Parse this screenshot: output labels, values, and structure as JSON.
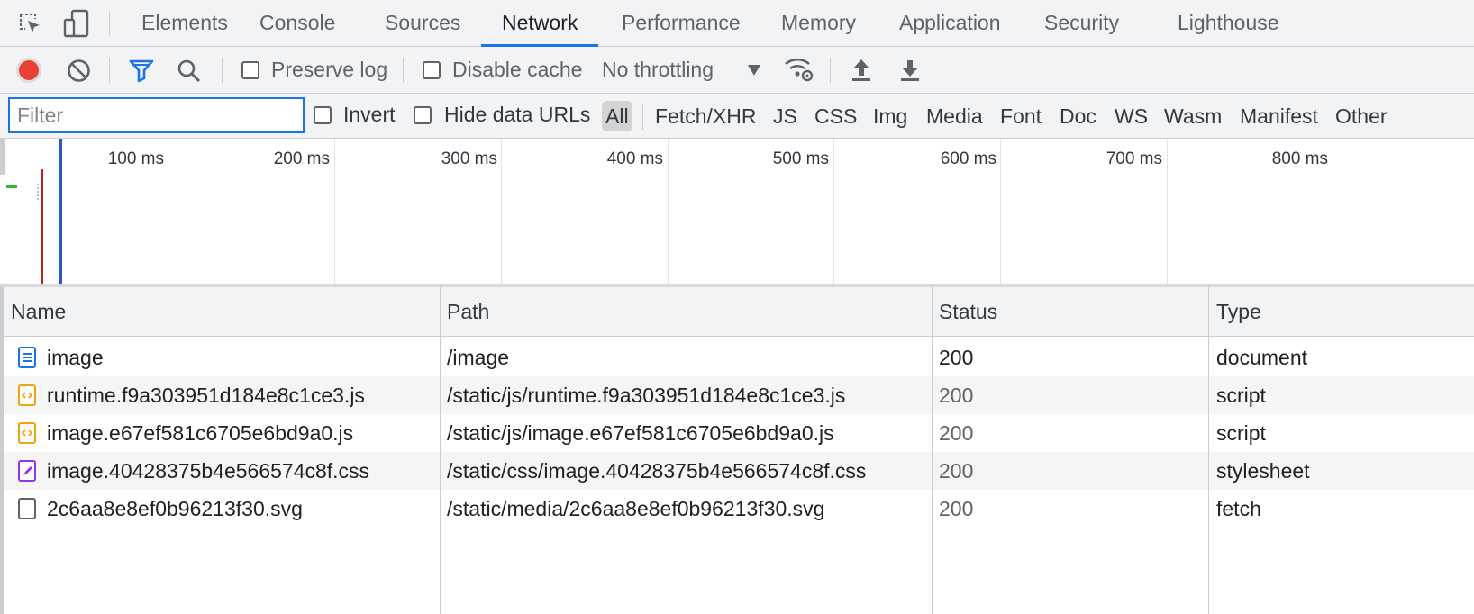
{
  "tabs": [
    {
      "label": "Elements",
      "active": false
    },
    {
      "label": "Console",
      "active": false
    },
    {
      "label": "Sources",
      "active": false
    },
    {
      "label": "Network",
      "active": true
    },
    {
      "label": "Performance",
      "active": false
    },
    {
      "label": "Memory",
      "active": false
    },
    {
      "label": "Application",
      "active": false
    },
    {
      "label": "Security",
      "active": false
    },
    {
      "label": "Lighthouse",
      "active": false
    }
  ],
  "toolbar": {
    "preserve_log": "Preserve log",
    "disable_cache": "Disable cache",
    "throttling": "No throttling",
    "record_color": "#e94235",
    "filter_icon_color": "#1a73e8"
  },
  "filterbar": {
    "placeholder": "Filter",
    "invert": "Invert",
    "hide_data_urls": "Hide data URLs",
    "types": [
      "All",
      "Fetch/XHR",
      "JS",
      "CSS",
      "Img",
      "Media",
      "Font",
      "Doc",
      "WS",
      "Wasm",
      "Manifest",
      "Other"
    ],
    "active_type": "All"
  },
  "overview": {
    "ticks": [
      "100 ms",
      "200 ms",
      "300 ms",
      "400 ms",
      "500 ms",
      "600 ms",
      "700 ms",
      "800 ms"
    ]
  },
  "table": {
    "columns": [
      "Name",
      "Path",
      "Status",
      "Type"
    ],
    "rows": [
      {
        "name": "image",
        "path": "/image",
        "status": "200",
        "type": "document",
        "icon": "document-icon"
      },
      {
        "name": "runtime.f9a303951d184e8c1ce3.js",
        "path": "/static/js/runtime.f9a303951d184e8c1ce3.js",
        "status": "200",
        "type": "script",
        "icon": "script-icon"
      },
      {
        "name": "image.e67ef581c6705e6bd9a0.js",
        "path": "/static/js/image.e67ef581c6705e6bd9a0.js",
        "status": "200",
        "type": "script",
        "icon": "script-icon"
      },
      {
        "name": "image.40428375b4e566574c8f.css",
        "path": "/static/css/image.40428375b4e566574c8f.css",
        "status": "200",
        "type": "stylesheet",
        "icon": "stylesheet-icon"
      },
      {
        "name": "2c6aa8e8ef0b96213f30.svg",
        "path": "/static/media/2c6aa8e8ef0b96213f30.svg",
        "status": "200",
        "type": "fetch",
        "icon": "file-icon"
      }
    ]
  }
}
